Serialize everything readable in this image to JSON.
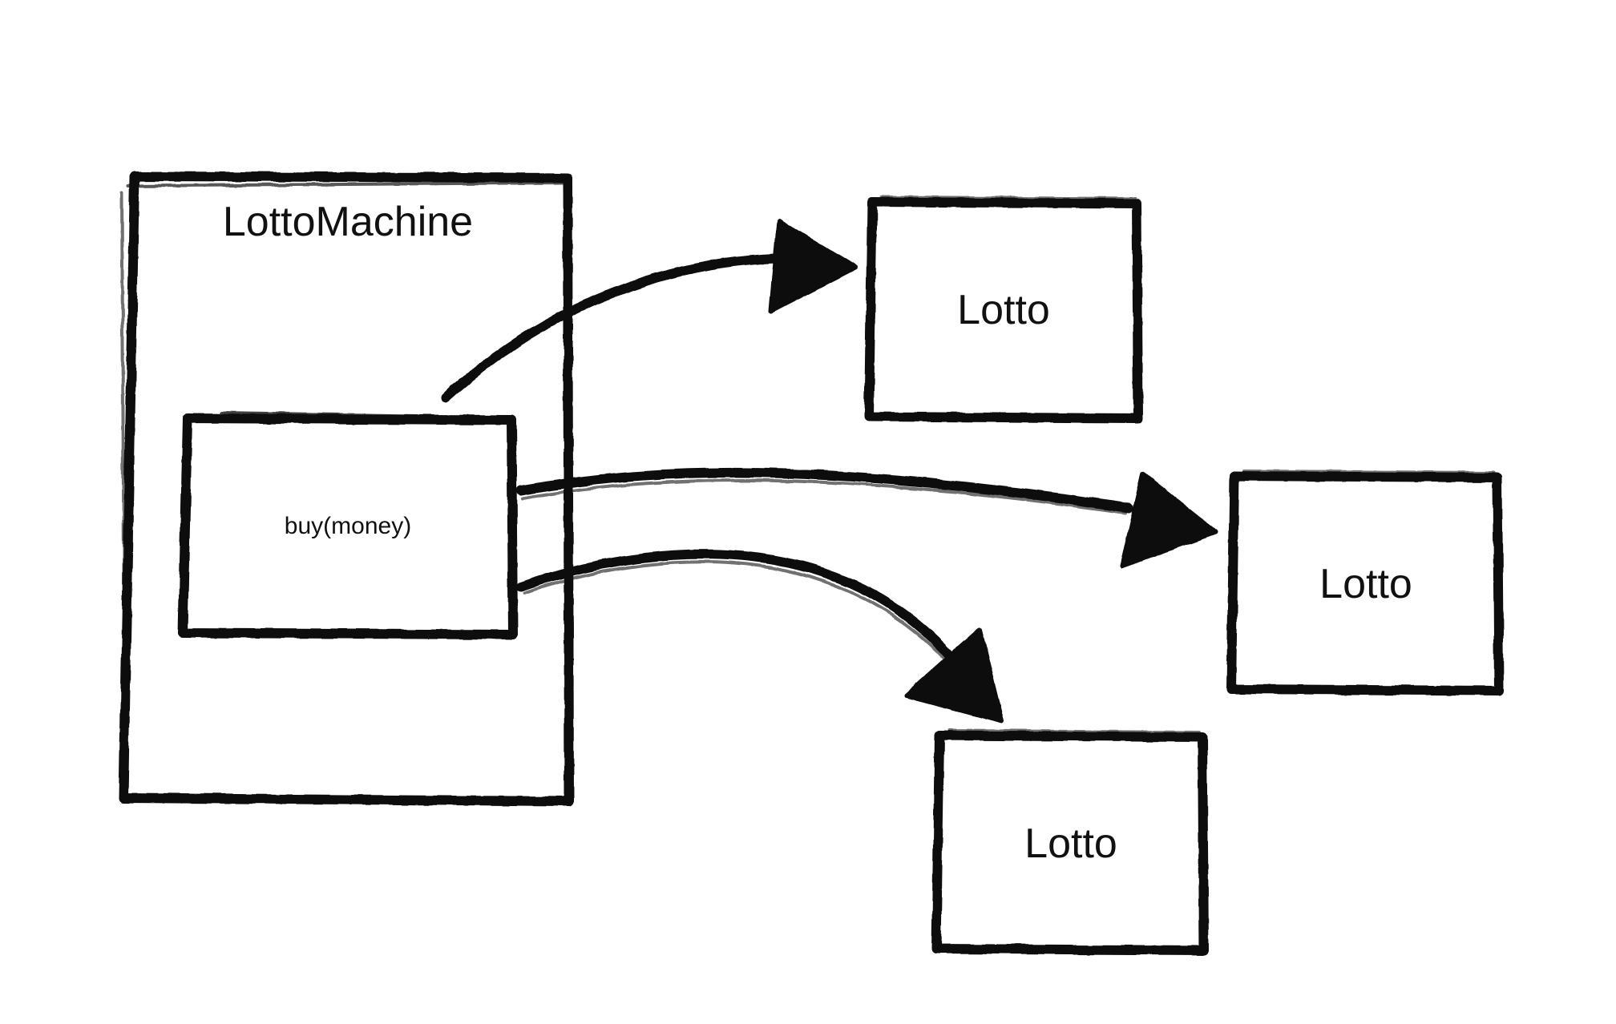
{
  "colors": {
    "background": "#ffffff",
    "stroke": "#111111"
  },
  "machine": {
    "title": "LottoMachine",
    "method_label": "buy(money)"
  },
  "lottos": [
    {
      "label": "Lotto"
    },
    {
      "label": "Lotto"
    },
    {
      "label": "Lotto"
    }
  ]
}
